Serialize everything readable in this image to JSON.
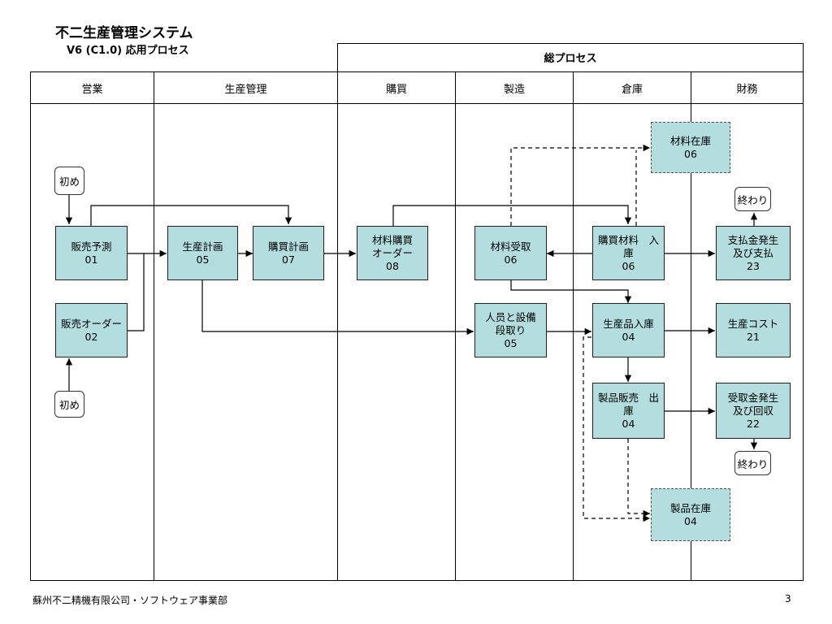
{
  "header": {
    "title": "不二生産管理システム",
    "subtitle": "V6 (C1.0) 応用プロセス"
  },
  "overall_label": "総プロセス",
  "lanes": [
    "営業",
    "生産管理",
    "購買",
    "製造",
    "倉庫",
    "財務"
  ],
  "boxes": {
    "sales_forecast": [
      "販売予測",
      "01"
    ],
    "sales_order": [
      "販売オーダー",
      "02"
    ],
    "production_plan": [
      "生産計画",
      "05"
    ],
    "purchase_plan": [
      "購買計画",
      "07"
    ],
    "material_purchase_order": [
      "材料購買",
      "オーダー",
      "08"
    ],
    "material_receipt": [
      "材料受取",
      "06"
    ],
    "staff_equipment_setup": [
      "人员と設備",
      "段取り",
      "05"
    ],
    "material_inventory": [
      "材料在庫",
      "06"
    ],
    "purchased_material_in": [
      "購買材料　入",
      "庫",
      "06"
    ],
    "product_in": [
      "生産品入庫",
      "04"
    ],
    "product_sales_out": [
      "製品販売　出",
      "庫",
      "04"
    ],
    "product_inventory": [
      "製品在庫",
      "04"
    ],
    "payment": [
      "支払金発生",
      "及び支払",
      "23"
    ],
    "production_cost": [
      "生産コスト",
      "21"
    ],
    "receipt": [
      "受取金発生",
      "及び回収",
      "22"
    ]
  },
  "terminals": {
    "start_1": "初め",
    "start_2": "初め",
    "end_1": "終わり",
    "end_2": "終わり"
  },
  "footer": {
    "company": "蘇州不二精機有限公司・ソフトウェア事業部",
    "page": "3"
  }
}
